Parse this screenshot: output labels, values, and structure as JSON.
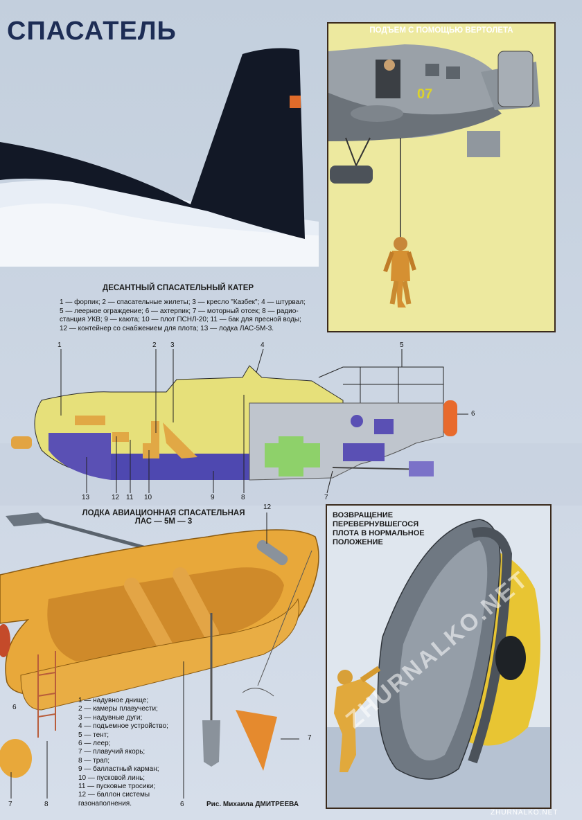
{
  "title": "СПАСАТЕЛЬ",
  "heli_panel": {
    "caption": "ПОДЪЕМ С ПОМОЩЬЮ ВЕРТОЛЕТА",
    "tail_number": "07"
  },
  "boat": {
    "caption": "ДЕСАНТНЫЙ СПАСАТЕЛЬНЫЙ КАТЕР",
    "legend_lines": [
      "1 — форпик; 2 — спасательные жилеты; 3 — кресло \"Казбек\"; 4 — штурвал;",
      "5 — леерное ограждение; 6 — ахтерпик; 7 — моторный отсек; 8 — радио-",
      "станция УКВ; 9 — каюта; 10 — плот ПСНЛ-20; 11 — бак для пресной воды;",
      "12 — контейнер со снабжением для плота; 13 — лодка ЛАС-5М-3."
    ],
    "callouts": [
      "1",
      "2",
      "3",
      "4",
      "5",
      "6",
      "7",
      "8",
      "9",
      "10",
      "11",
      "12",
      "13"
    ]
  },
  "raft": {
    "caption_line1": "ЛОДКА АВИАЦИОННАЯ СПАСАТЕЛЬНАЯ",
    "caption_line2": "ЛАС — 5М — 3",
    "legend_lines": [
      "1 — надувное днище;",
      "2 — камеры плавучести;",
      "3 — надувные дуги;",
      "4 — подъемное устройство;",
      "5 — тент;",
      "6 — леер;",
      "7 — плавучий якорь;",
      "8 — трап;",
      "9 — балластный карман;",
      "10 — пусковой линь;",
      "11 — пусковые тросики;",
      "12 — баллон системы",
      "газонаполнения."
    ],
    "callouts": [
      "12",
      "6",
      "7",
      "7",
      "8",
      "6"
    ]
  },
  "return_panel": {
    "caption_lines": [
      "ВОЗВРАЩЕНИЕ",
      "ПЕРЕВЕРНУВШЕГОСЯ",
      "ПЛОТА В НОРМАЛЬНОЕ",
      "ПОЛОЖЕНИЕ"
    ]
  },
  "credit": "Рис. Михаила ДМИТРЕЕВА",
  "watermark": "ZHURNALKO.NET",
  "footer_watermark": "ZHURNALKO.NET",
  "colors": {
    "hull_yellow": "#e6e07a",
    "hull_blue": "#5a50b4",
    "panel_bg": "#ece89c",
    "raft_orange": "#e8a83a",
    "engine_green": "#8ed16a",
    "ahterpik_orange": "#e86a2c"
  }
}
